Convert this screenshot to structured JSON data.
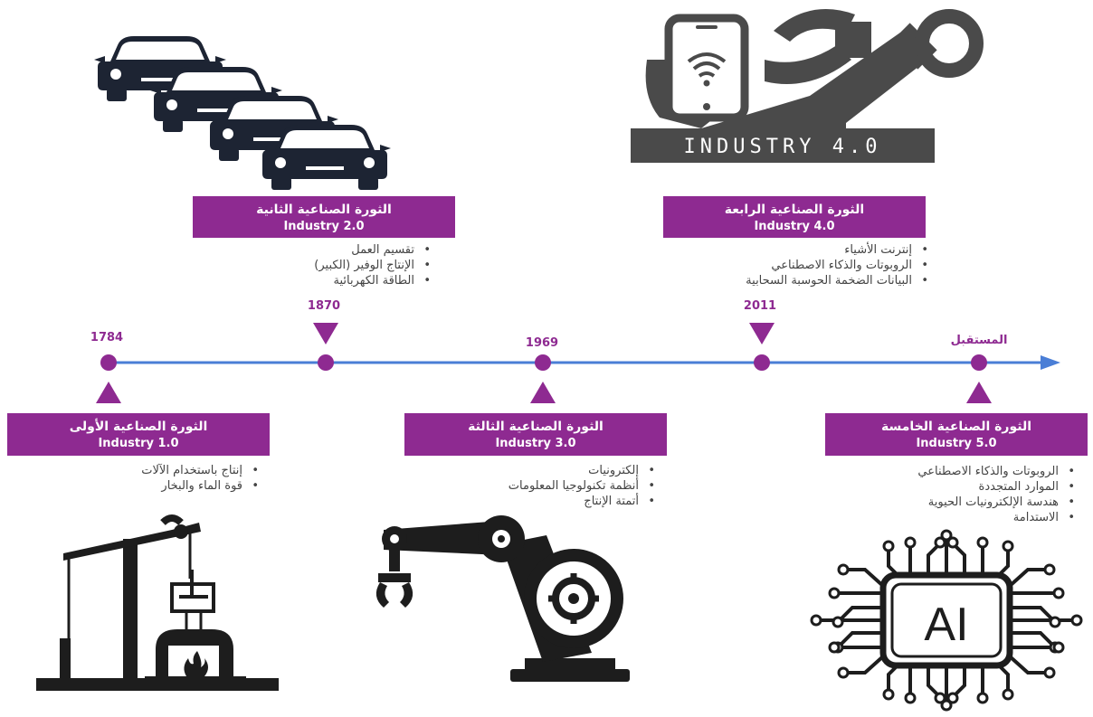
{
  "timeline": {
    "years": {
      "y1784": "1784",
      "y1870": "1870",
      "y1969": "1969",
      "y2011": "2011",
      "future": "المستقبل"
    }
  },
  "revolutions": {
    "first": {
      "title_ar": "الثورة الصناعية الأولى",
      "title_en": "Industry 1.0",
      "bullets": [
        "إنتاج باستخدام الآلات",
        "قوة الماء والبخار"
      ]
    },
    "second": {
      "title_ar": "الثورة الصناعية الثانية",
      "title_en": "Industry 2.0",
      "bullets": [
        "تقسيم العمل",
        "الإنتاج الوفير (الكبير)",
        "الطاقة الكهربائية"
      ]
    },
    "third": {
      "title_ar": "الثورة الصناعية الثالثة",
      "title_en": "Industry 3.0",
      "bullets": [
        "إلكترونيات",
        "أنظمة تكنولوجيا المعلومات",
        "أتمتة الإنتاج"
      ]
    },
    "fourth": {
      "title_ar": "الثورة الصناعية الرابعة",
      "title_en": "Industry 4.0",
      "bullets": [
        "إنترنت الأشياء",
        "الروبوتات والذكاء الاصطناعي",
        "البيانات الضخمة الحوسبة السحابية"
      ]
    },
    "fifth": {
      "title_ar": "الثورة الصناعية الخامسة",
      "title_en": "Industry 5.0",
      "bullets": [
        "الروبوتات والذكاء الاصطناعي",
        "الموارد المتجددة",
        "هندسة الإلكترونيات الحيوية",
        "الاستدامة"
      ]
    }
  },
  "icons": {
    "industry4_label": "INDUSTRY 4.0",
    "ai_label": "AI",
    "cars": "cars-icon",
    "robot_hand_phone": "robot-phone-icon",
    "steam_engine": "steam-engine-icon",
    "robot_arm": "robot-arm-icon",
    "ai_chip": "ai-chip-icon"
  },
  "colors": {
    "purple": "#8e2a91",
    "line_blue": "#4a7ed6",
    "dark_icon": "#1d2433",
    "gray_icon": "#4a4a4a"
  }
}
